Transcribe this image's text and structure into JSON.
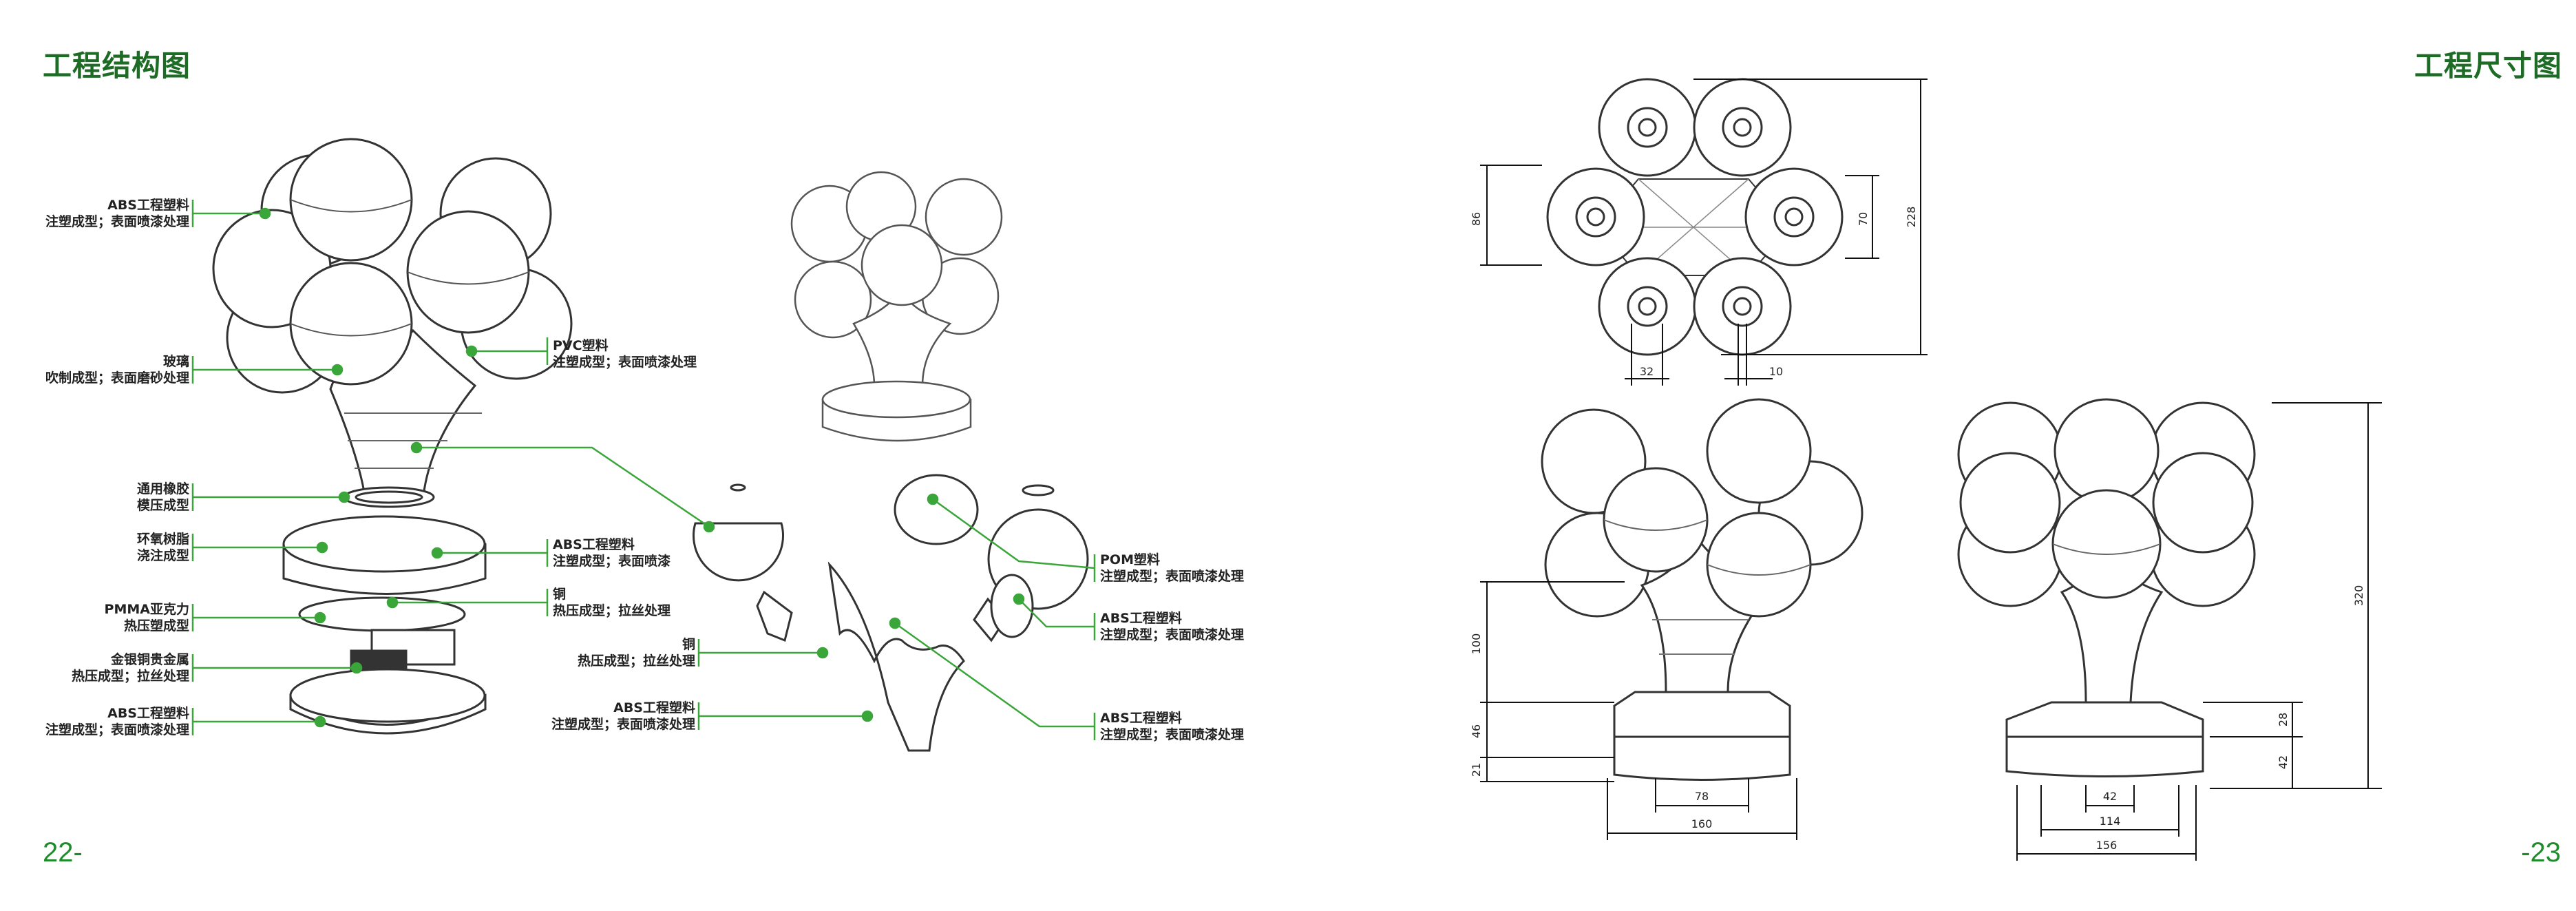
{
  "left_page": {
    "title": "工程结构图",
    "page_number": "22-",
    "callouts": [
      {
        "material": "ABS工程塑料",
        "process": "注塑成型；表面喷漆处理"
      },
      {
        "material": "玻璃",
        "process": "吹制成型；表面磨砂处理"
      },
      {
        "material": "PVC塑料",
        "process": "注塑成型；表面喷漆处理"
      },
      {
        "material": "通用橡胶",
        "process": "模压成型"
      },
      {
        "material": "环氧树脂",
        "process": "浇注成型"
      },
      {
        "material": "ABS工程塑料",
        "process": "注塑成型；表面喷漆"
      },
      {
        "material": "PMMA亚克力",
        "process": "热压塑成型"
      },
      {
        "material": "铜",
        "process": "热压成型；拉丝处理"
      },
      {
        "material": "金银铜贵金属",
        "process": "热压成型；拉丝处理"
      },
      {
        "material": "ABS工程塑料",
        "process": "注塑成型；表面喷漆处理"
      },
      {
        "material": "铜",
        "process": "热压成型；拉丝处理"
      },
      {
        "material": "ABS工程塑料",
        "process": "注塑成型；表面喷漆处理"
      },
      {
        "material": "POM塑料",
        "process": "注塑成型；表面喷漆处理"
      },
      {
        "material": "ABS工程塑料",
        "process": "注塑成型；表面喷漆处理"
      },
      {
        "material": "ABS工程塑料",
        "process": "注塑成型；表面喷漆处理"
      }
    ]
  },
  "right_page": {
    "title": "工程尺寸图",
    "page_number": "-23",
    "dimensions": {
      "top_height_left": "86",
      "top_inner": "70",
      "top_total": "228",
      "top_w1": "32",
      "top_w2": "10",
      "front_stem": "100",
      "front_base_upper": "46",
      "front_base_lower": "21",
      "front_w_inner": "78",
      "front_w_total": "160",
      "side_total": "320",
      "side_base_upper": "28",
      "side_base_lower": "42",
      "side_w_inner": "42",
      "side_w_mid": "114",
      "side_w_total": "156"
    }
  },
  "colors": {
    "accent": "#1e6b26",
    "callout_line": "#3aa63a",
    "stroke": "#333333"
  }
}
